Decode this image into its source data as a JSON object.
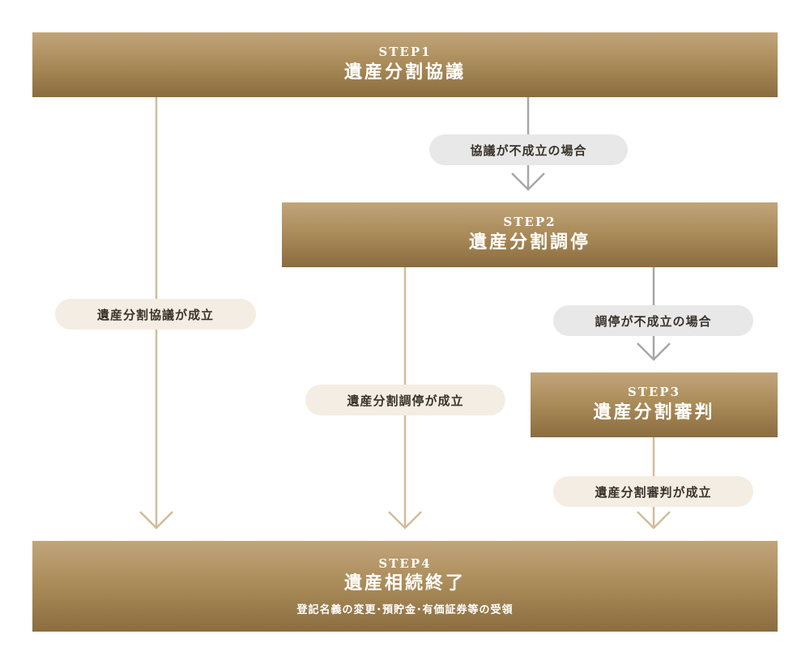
{
  "step1": {
    "label": "STEP1",
    "title": "遺産分割協議"
  },
  "step2": {
    "label": "STEP2",
    "title": "遺産分割調停"
  },
  "step3": {
    "label": "STEP3",
    "title": "遺産分割審判"
  },
  "step4": {
    "label": "STEP4",
    "title": "遺産相続終了",
    "subtitle": "登記名義の変更･預貯金･有価証券等の受領"
  },
  "conditions": {
    "kyogi_fuseiritsu": "協議が不成立の場合",
    "kyogi_seiritsu": "遺産分割協議が成立",
    "chotei_fuseiritsu": "調停が不成立の場合",
    "chotei_seiritsu": "遺産分割調停が成立",
    "shinpan_seiritsu": "遺産分割審判が成立"
  },
  "colors": {
    "step_top": "#c1a57b",
    "step_bottom": "#8a6c3f",
    "success_arrow": "#d2bc98",
    "failure_arrow": "#a7a7a7",
    "success_pill": "#f4ede4",
    "failure_pill": "#e8e8e8"
  }
}
